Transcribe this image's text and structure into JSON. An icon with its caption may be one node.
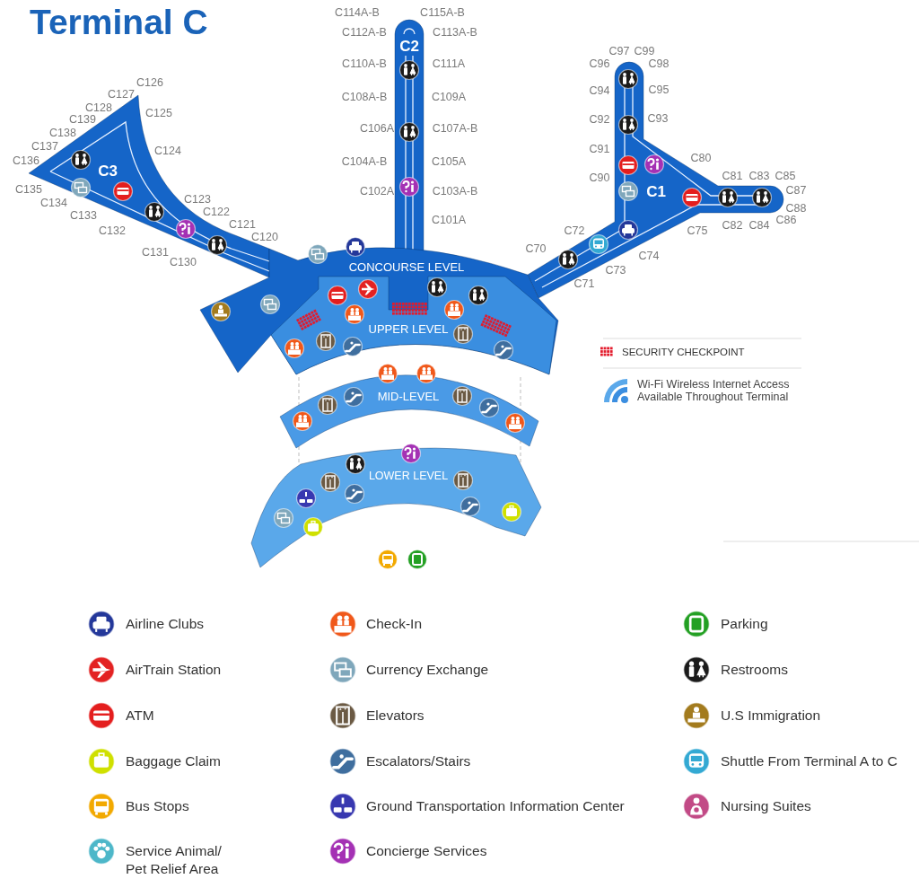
{
  "diagram": {
    "title": "Terminal C",
    "nodes": [
      {
        "text": [
          "C3"
        ],
        "beside": [
          "C126",
          "C127",
          "C128",
          "C139",
          "C138",
          "C137",
          "C136",
          "C125",
          "C124",
          "C135",
          "C134",
          "C133",
          "C132",
          "C123",
          "C122",
          "C121",
          "C120",
          "C131",
          "C130"
        ]
      },
      {
        "text": [
          "C2"
        ],
        "beside": [
          "C114A-B",
          "C115A-B",
          "C112A-B",
          "C113A-B",
          "C110A-B",
          "C111A",
          "C108A-B",
          "C109A",
          "C106A",
          "C107A-B",
          "C104A-B",
          "C105A",
          "C102A",
          "C103A-B",
          "C101A"
        ]
      },
      {
        "text": [
          "C1"
        ],
        "beside": [
          "C97",
          "C99",
          "C96",
          "C98",
          "C94",
          "C95",
          "C92",
          "C93",
          "C91",
          "C80",
          "C90",
          "C81",
          "C83",
          "C85",
          "C87",
          "C88",
          "C86",
          "C82",
          "C84",
          "C75",
          "C72",
          "C70",
          "C74",
          "C73",
          "C71"
        ]
      },
      {
        "text": [
          "CONCOURSE LEVEL"
        ]
      },
      {
        "text": [
          "UPPER LEVEL"
        ],
        "in": 3
      },
      {
        "text": [
          "MID-LEVEL"
        ]
      },
      {
        "text": [
          "LOWER LEVEL"
        ]
      }
    ],
    "legend": [
      {
        "text": "SECURITY CHECKPOINT"
      },
      {
        "text": "Wi-Fi Wireless Internet Access Available Throughout Terminal"
      },
      {
        "text": "Airline Clubs"
      },
      {
        "text": "AirTrain Station"
      },
      {
        "text": "ATM"
      },
      {
        "text": "Baggage Claim"
      },
      {
        "text": "Bus Stops"
      },
      {
        "text": "Service Animal/ Pet Relief Area"
      },
      {
        "text": "Check-In"
      },
      {
        "text": "Currency Exchange"
      },
      {
        "text": "Elevators"
      },
      {
        "text": "Escalators/Stairs"
      },
      {
        "text": "Ground Transportation Information Center"
      },
      {
        "text": "Concierge Services"
      },
      {
        "text": "Parking"
      },
      {
        "text": "Restrooms"
      },
      {
        "text": "U.S Immigration"
      },
      {
        "text": "Shuttle From Terminal A to C"
      },
      {
        "text": "Nursing Suites"
      }
    ]
  }
}
